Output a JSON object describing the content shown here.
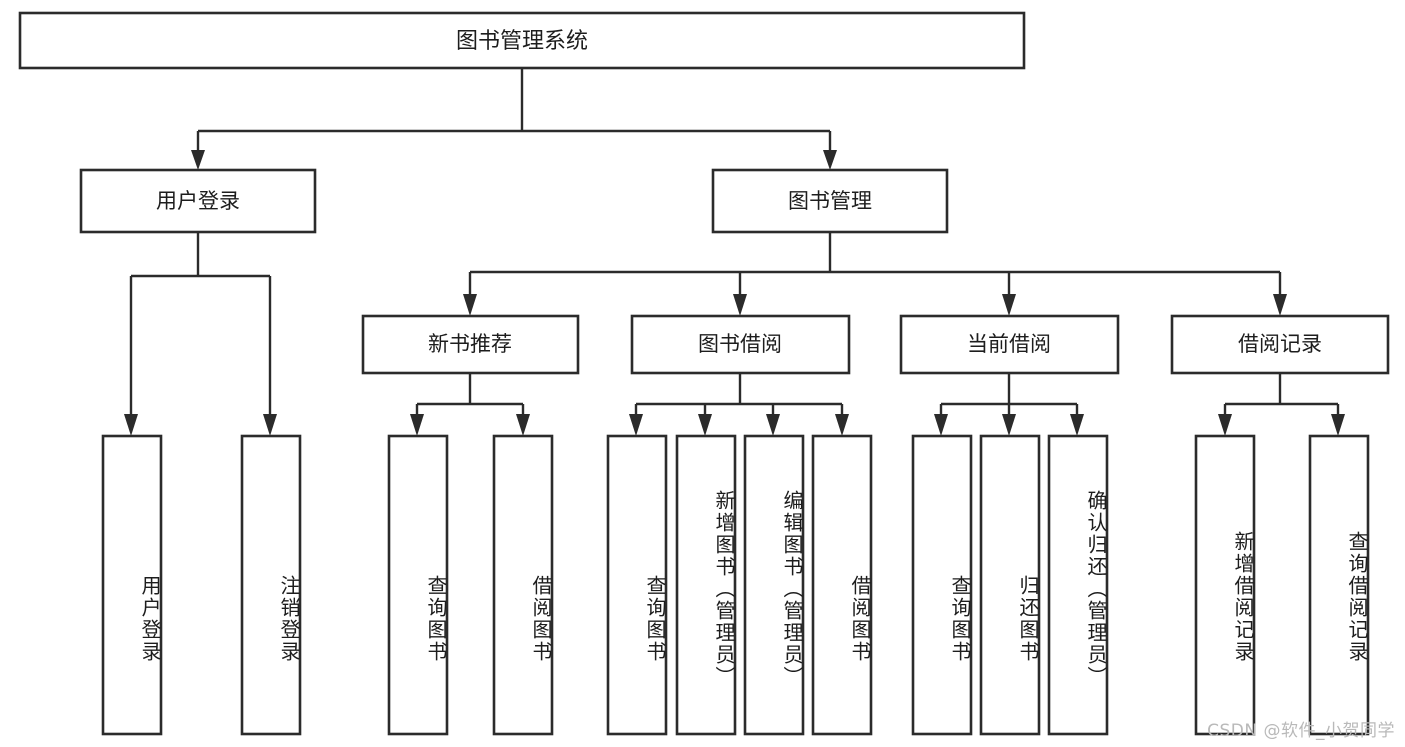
{
  "diagram": {
    "type": "hierarchy-tree",
    "title": "图书管理系统",
    "watermark": "CSDN @软件_小贺同学",
    "colors": {
      "background": "#ffffff",
      "stroke": "#2b2b2b",
      "text": "#1d1d1d",
      "watermark": "#b9b9b9"
    },
    "levels": {
      "root": "图书管理系统",
      "level2": [
        "用户登录",
        "图书管理"
      ],
      "level3": [
        "新书推荐",
        "图书借阅",
        "当前借阅",
        "借阅记录"
      ]
    },
    "nodes": {
      "root": {
        "label": "图书管理系统"
      },
      "user_login": {
        "label": "用户登录"
      },
      "book_manage": {
        "label": "图书管理"
      },
      "new_book_rec": {
        "label": "新书推荐"
      },
      "book_borrow": {
        "label": "图书借阅"
      },
      "current_borrow": {
        "label": "当前借阅"
      },
      "borrow_record": {
        "label": "借阅记录"
      },
      "leaf_user_login": {
        "label": "用户登录"
      },
      "leaf_logout": {
        "label": "注销登录"
      },
      "leaf_query_book_1": {
        "label": "查询图书"
      },
      "leaf_borrow_book_1": {
        "label": "借阅图书"
      },
      "leaf_query_book_2": {
        "label": "查询图书"
      },
      "leaf_add_book_admin": {
        "label": "新增图书（管理员）"
      },
      "leaf_edit_book_admin": {
        "label": "编辑图书（管理员）"
      },
      "leaf_borrow_book_2": {
        "label": "借阅图书"
      },
      "leaf_query_book_3": {
        "label": "查询图书"
      },
      "leaf_return_book": {
        "label": "归还图书"
      },
      "leaf_confirm_return_admin": {
        "label": "确认归还（管理员）"
      },
      "leaf_add_record": {
        "label": "新增借阅记录"
      },
      "leaf_query_record": {
        "label": "查询借阅记录"
      }
    },
    "edges": [
      {
        "from": "图书管理系统",
        "to": "用户登录"
      },
      {
        "from": "图书管理系统",
        "to": "图书管理"
      },
      {
        "from": "用户登录",
        "to": "用户登录"
      },
      {
        "from": "用户登录",
        "to": "注销登录"
      },
      {
        "from": "图书管理",
        "to": "新书推荐"
      },
      {
        "from": "图书管理",
        "to": "图书借阅"
      },
      {
        "from": "图书管理",
        "to": "当前借阅"
      },
      {
        "from": "图书管理",
        "to": "借阅记录"
      },
      {
        "from": "新书推荐",
        "to": "查询图书"
      },
      {
        "from": "新书推荐",
        "to": "借阅图书"
      },
      {
        "from": "图书借阅",
        "to": "查询图书"
      },
      {
        "from": "图书借阅",
        "to": "新增图书（管理员）"
      },
      {
        "from": "图书借阅",
        "to": "编辑图书（管理员）"
      },
      {
        "from": "图书借阅",
        "to": "借阅图书"
      },
      {
        "from": "当前借阅",
        "to": "查询图书"
      },
      {
        "from": "当前借阅",
        "to": "归还图书"
      },
      {
        "from": "当前借阅",
        "to": "确认归还（管理员）"
      },
      {
        "from": "借阅记录",
        "to": "新增借阅记录"
      },
      {
        "from": "借阅记录",
        "to": "查询借阅记录"
      }
    ]
  }
}
